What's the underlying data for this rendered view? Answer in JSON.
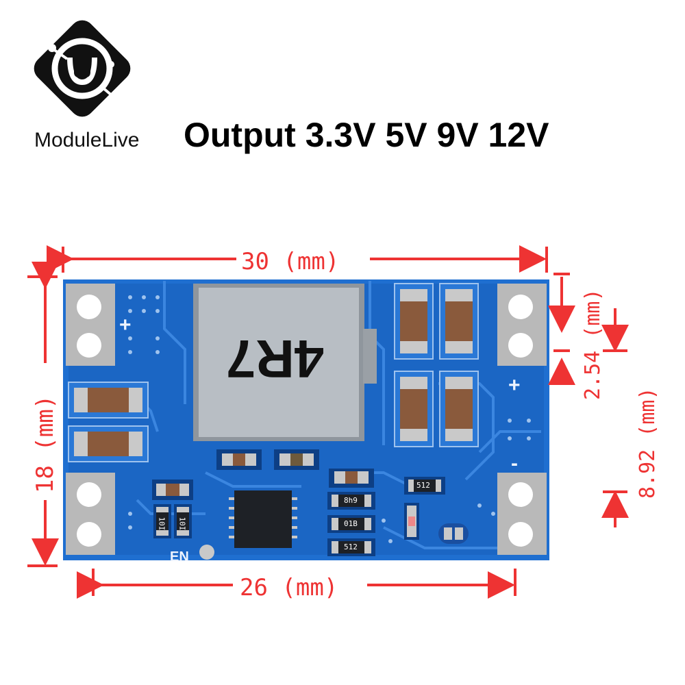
{
  "brand": {
    "part1": "Module",
    "part2": "Live"
  },
  "headline": "Output 3.3V 5V 9V 12V",
  "dimensions": {
    "width_top": "30 (mm)",
    "width_bottom": "26 (mm)",
    "height_left": "18 (mm)",
    "pin_pitch": "2.54 (mm)",
    "pin_offset": "8.92 (mm)"
  },
  "board": {
    "inductor_marking": "4R7",
    "silkscreen_plus_left": "+",
    "silkscreen_plus_right": "+",
    "silkscreen_minus": "-",
    "enable_label": "EN",
    "resistor_marks": [
      "8h9",
      "01B",
      "512",
      "512",
      "10I",
      "10I"
    ]
  },
  "colors": {
    "accent_red": "#e33333",
    "pcb_blue": "#1f6fd0",
    "pcb_dark": "#165bb0"
  }
}
